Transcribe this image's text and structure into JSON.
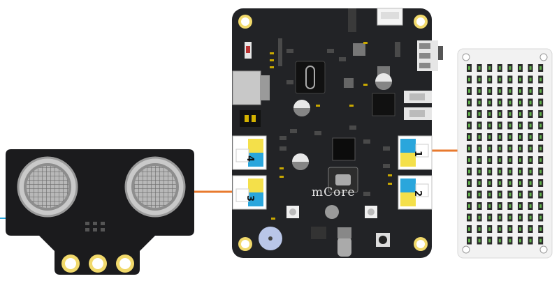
{
  "board": {
    "name": "mCore",
    "ports": [
      {
        "label": "1"
      },
      {
        "label": "2"
      },
      {
        "label": "3"
      },
      {
        "label": "4"
      }
    ]
  },
  "colors": {
    "board": "#222326",
    "sensor": "#1a1a1c",
    "matrix": "#f2f2f2",
    "connector": "#e87a2e",
    "port_yellow": "#f4e04a",
    "port_blue": "#2aa6dc",
    "hole_ring": "#f1d96b"
  },
  "components": {
    "left": "ultrasonic-sensor-icon",
    "right": "led-matrix-icon"
  }
}
